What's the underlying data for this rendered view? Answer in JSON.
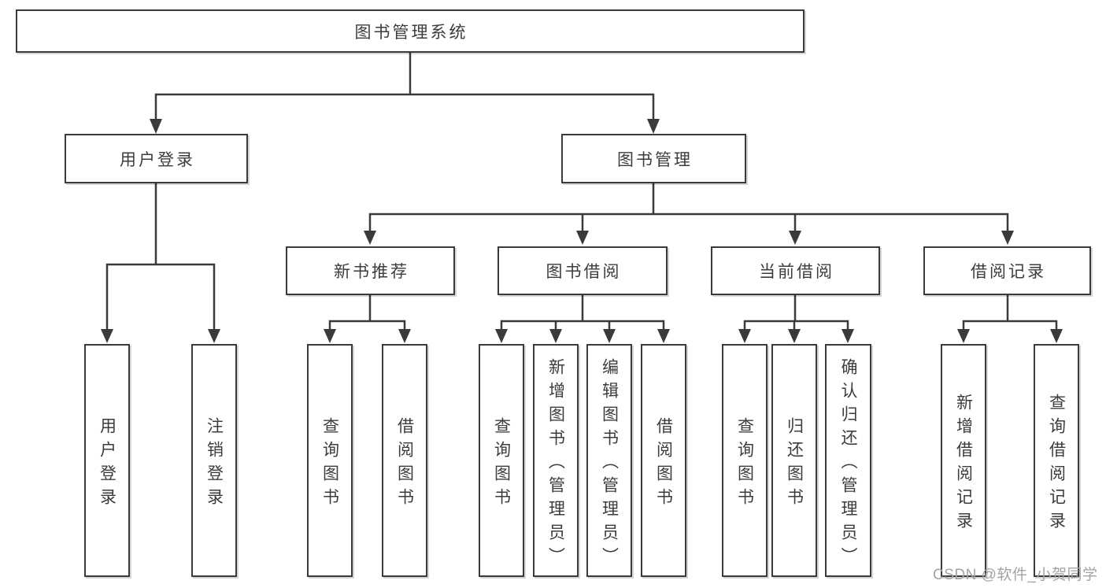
{
  "colors": {
    "line": "#3a3a3a",
    "text": "#3c3c3c",
    "box_fill": "#ffffff",
    "watermark": "#a3a3a3"
  },
  "watermark": "CSDN @软件_小贺同学",
  "tree": {
    "root": {
      "label": "图书管理系统",
      "children": [
        {
          "label": "用户登录",
          "children": [
            {
              "label": "用户登录"
            },
            {
              "label": "注销登录"
            }
          ]
        },
        {
          "label": "图书管理",
          "children": [
            {
              "label": "新书推荐",
              "children": [
                {
                  "label": "查询图书"
                },
                {
                  "label": "借阅图书"
                }
              ]
            },
            {
              "label": "图书借阅",
              "children": [
                {
                  "label": "查询图书"
                },
                {
                  "label": "新增图书（管理员）"
                },
                {
                  "label": "编辑图书（管理员）"
                },
                {
                  "label": "借阅图书"
                }
              ]
            },
            {
              "label": "当前借阅",
              "children": [
                {
                  "label": "查询图书"
                },
                {
                  "label": "归还图书"
                },
                {
                  "label": "确认归还（管理员）"
                }
              ]
            },
            {
              "label": "借阅记录",
              "children": [
                {
                  "label": "新增借阅记录"
                },
                {
                  "label": "查询借阅记录"
                }
              ]
            }
          ]
        }
      ]
    }
  }
}
